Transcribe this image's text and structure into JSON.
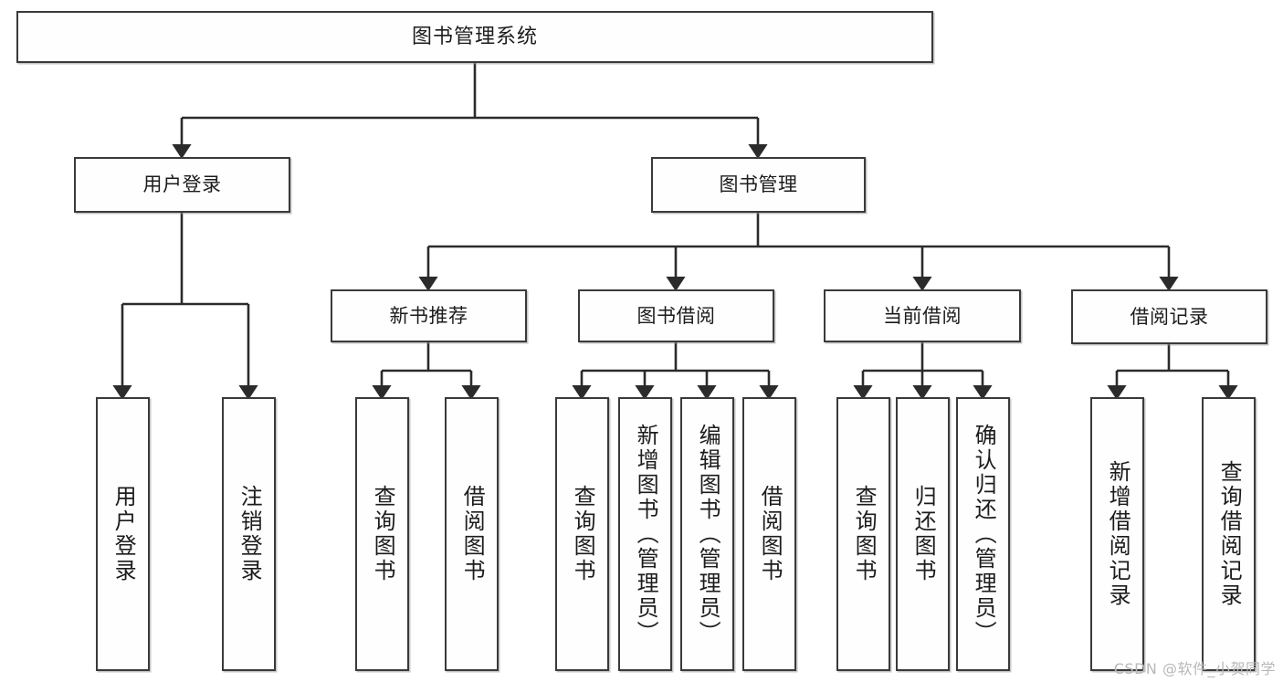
{
  "diagram": {
    "title": "图书管理系统",
    "type": "tree",
    "watermark": "CSDN @软件_小贺同学",
    "colors": {
      "box_border": "#3a3a3a",
      "box_fill": "#fefefe",
      "connector": "#2b2b2b",
      "text": "#1c1c1c",
      "watermark": "#b8b8b8",
      "page_background": "#ffffff"
    },
    "levels": {
      "root": "图书管理系统",
      "level1": [
        "用户登录",
        "图书管理"
      ],
      "level2": [
        "新书推荐",
        "图书借阅",
        "当前借阅",
        "借阅记录"
      ],
      "level3_groups": [
        {
          "parent": "用户登录",
          "children": [
            "用户登录",
            "注销登录"
          ]
        },
        {
          "parent": "新书推荐",
          "children": [
            "查询图书",
            "借阅图书"
          ]
        },
        {
          "parent": "图书借阅",
          "children": [
            "查询图书",
            "新增图书（管理员）",
            "编辑图书（管理员）",
            "借阅图书"
          ]
        },
        {
          "parent": "当前借阅",
          "children": [
            "查询图书",
            "归还图书",
            "确认归还（管理员）"
          ]
        },
        {
          "parent": "借阅记录",
          "children": [
            "新增借阅记录",
            "查询借阅记录"
          ]
        }
      ]
    },
    "nodes": {
      "root": {
        "label": "图书管理系统"
      },
      "user_login": {
        "label": "用户登录"
      },
      "book_manage": {
        "label": "图书管理"
      },
      "new_book_rec": {
        "label": "新书推荐"
      },
      "book_borrow": {
        "label": "图书借阅"
      },
      "current_borrow": {
        "label": "当前借阅"
      },
      "borrow_record": {
        "label": "借阅记录"
      },
      "leaf_user_login": {
        "label": "用户登录"
      },
      "leaf_logout": {
        "label": "注销登录"
      },
      "leaf_query_book_1": {
        "label": "查询图书"
      },
      "leaf_borrow_book_1": {
        "label": "借阅图书"
      },
      "leaf_query_book_2": {
        "label": "查询图书"
      },
      "leaf_add_book_admin": {
        "label": "新增图书（管理员）"
      },
      "leaf_edit_book_admin": {
        "label": "编辑图书（管理员）"
      },
      "leaf_borrow_book_2": {
        "label": "借阅图书"
      },
      "leaf_query_book_3": {
        "label": "查询图书"
      },
      "leaf_return_book": {
        "label": "归还图书"
      },
      "leaf_confirm_return_admin": {
        "label": "确认归还（管理员）"
      },
      "leaf_add_borrow_record": {
        "label": "新增借阅记录"
      },
      "leaf_query_borrow_record": {
        "label": "查询借阅记录"
      }
    }
  }
}
